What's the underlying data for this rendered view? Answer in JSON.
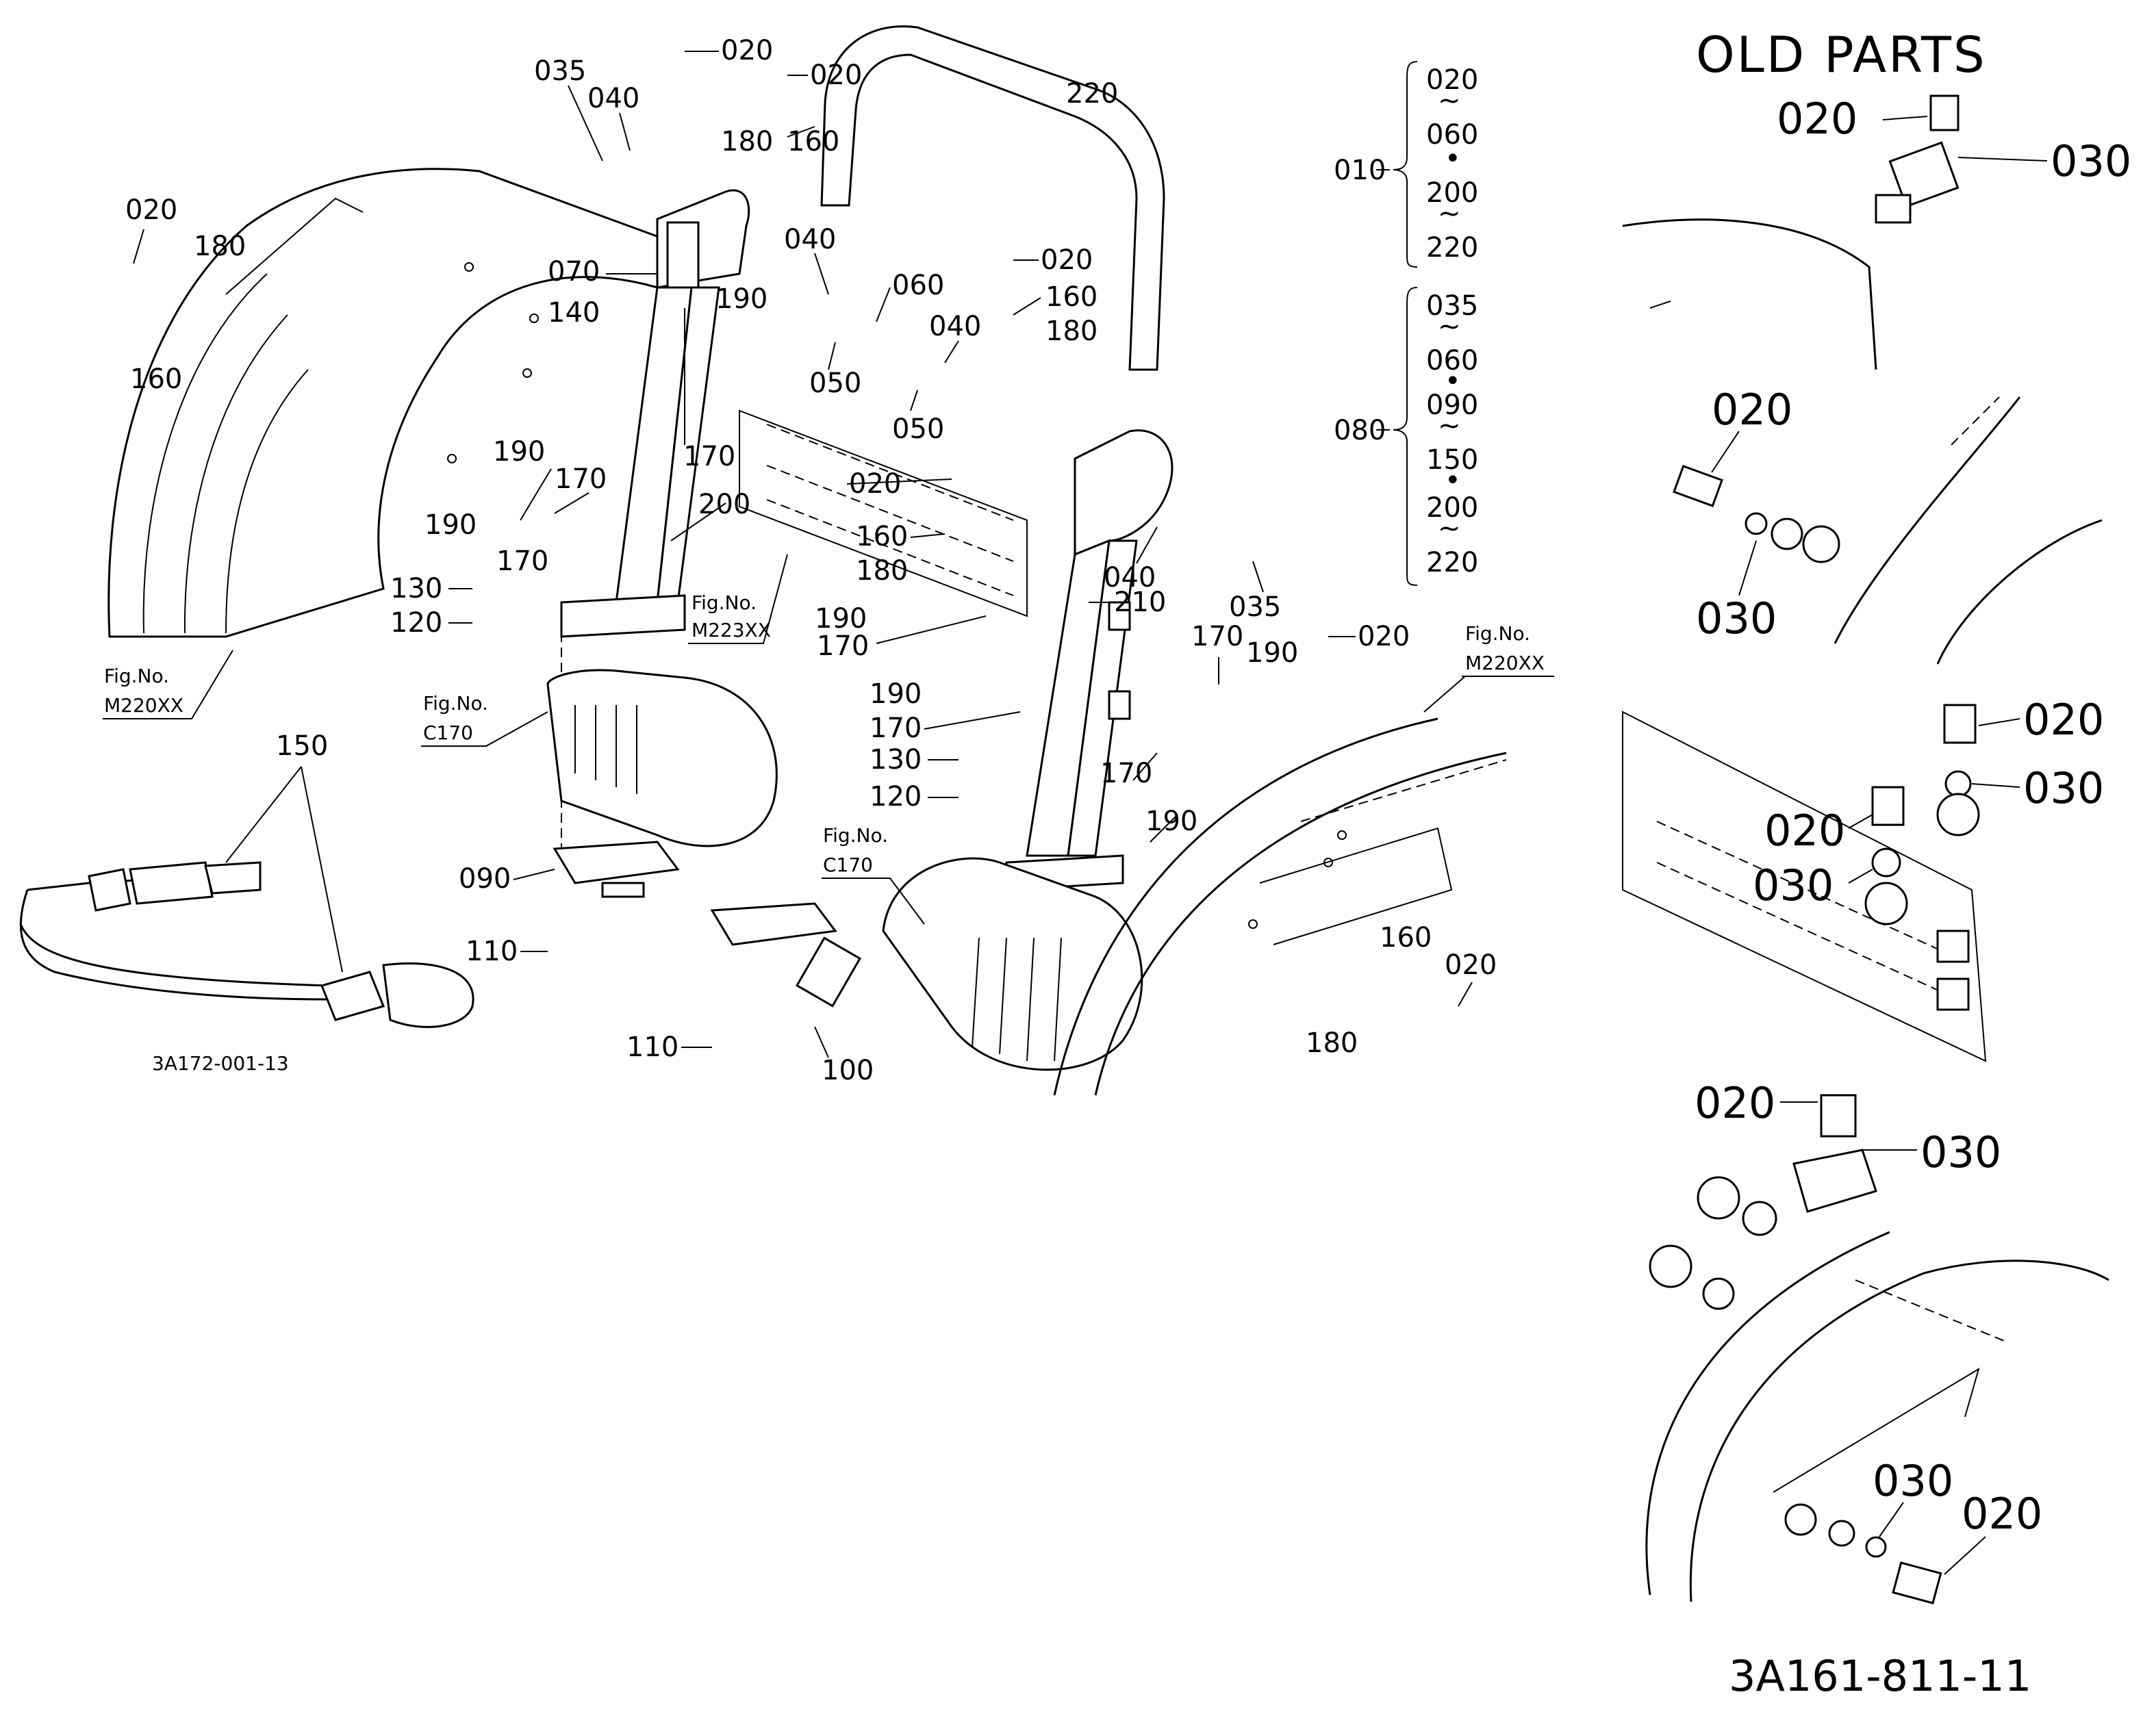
{
  "callouts": {
    "c020": "020",
    "c030": "030",
    "c035": "035",
    "c040": "040",
    "c050": "050",
    "c060": "060",
    "c070": "070",
    "c080": "080",
    "c090": "090",
    "c100": "100",
    "c110": "110",
    "c120": "120",
    "c130": "130",
    "c140": "140",
    "c150": "150",
    "c160": "160",
    "c170": "170",
    "c180": "180",
    "c190": "190",
    "c200": "200",
    "c210": "210",
    "c220": "220",
    "c010": "010"
  },
  "group_010": [
    "020",
    "~",
    "060",
    "•",
    "200",
    "~",
    "220"
  ],
  "group_080": [
    "035",
    "~",
    "060",
    "•",
    "090",
    "~",
    "150",
    "•",
    "200",
    "~",
    "220"
  ],
  "figure_refs": {
    "fig_label": "Fig.No.",
    "m220": "M220XX",
    "m223": "M223XX",
    "c170": "C170"
  },
  "old_parts_title": "OLD PARTS",
  "drawing_number_main": "3A172-001-13",
  "drawing_number_old": "3A161-811-11"
}
